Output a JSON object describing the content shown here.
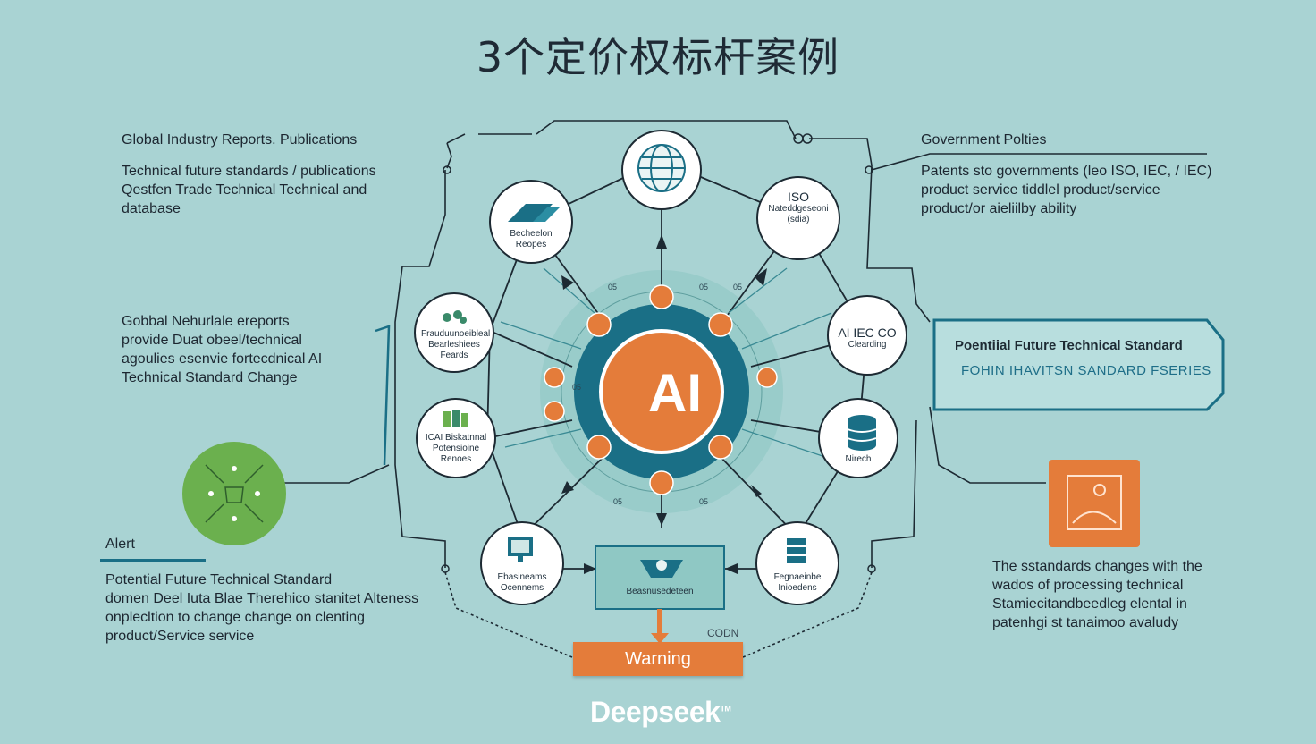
{
  "title": "3个定价权标杆案例",
  "left_top": {
    "heading": "Global Industry Reports. Publications",
    "lines": [
      "Technical future standards / publications",
      "Qestfen Trade Technical Technical and",
      "database"
    ]
  },
  "left_mid": {
    "lines": [
      "Gobbal Nehurlale ereports",
      "provide Duat obeel/technical",
      "agoulies esenvie fortecdnical AI",
      "Technical Standard Change"
    ]
  },
  "alert": {
    "heading": "Alert",
    "lines": [
      "Potential Future Technical Standard",
      "domen Deel Iuta Blae Therehico stanitet Alteness",
      "onplecltion to change change on clenting",
      "product/Service service"
    ]
  },
  "right_top": {
    "heading": "Government Polties",
    "lines": [
      "Patents sto governments (leo ISO, IEC, / IEC)",
      "product service tiddlel product/service",
      "product/or aieliilby ability"
    ]
  },
  "standard_box": {
    "title": "Poentiial Future Technical Standard",
    "subtitle": "FOHIN IHAVITSN SANDARD FSERIES"
  },
  "right_bottom": {
    "lines": [
      "The sstandards changes with the",
      "wados of processing technical",
      "Stamiecitandbeedleg elental in",
      "patenhgi st tanaimoo avaludy"
    ]
  },
  "center": {
    "label": "AI"
  },
  "nodes": {
    "globe": "",
    "tl": [
      "Becheelon",
      "Reopes"
    ],
    "tr": [
      "ISO",
      "Nateddgeseoni",
      "(sdia)"
    ],
    "ml": [
      "Frauduunoeibleal",
      "Bearleshiees",
      "Feards"
    ],
    "mr": [
      "AI IEC CO",
      "Clearding"
    ],
    "ll": [
      "ICAI Biskatnnal",
      "Potensioine",
      "Renoes"
    ],
    "lr": [
      "Nirech"
    ],
    "bl": [
      "Ebasineams",
      "Ocennems"
    ],
    "br": [
      "Fegnaeinbe",
      "Inioedens"
    ]
  },
  "database_label": "Beasnusedeteen",
  "numbers": [
    "05",
    "05",
    "05",
    "05",
    "05",
    "05"
  ],
  "warning": "Warning",
  "codn": "CODN",
  "brand": "Deepseek",
  "brand_mark": "TM",
  "colors": {
    "background": "#a9d3d3",
    "teal": "#1a6f86",
    "orange": "#e47c3a",
    "green": "#6bb04e",
    "dark": "#1d2a33"
  }
}
